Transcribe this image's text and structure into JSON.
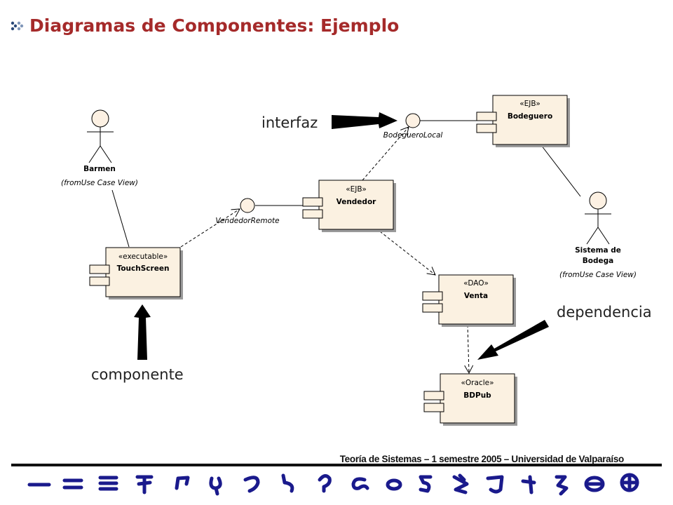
{
  "slide": {
    "title": "Diagramas de Componentes: Ejemplo",
    "footer": "Teoría de Sistemas – 1 semestre 2005 – Universidad de Valparaíso"
  },
  "components": [
    {
      "id": "touchscreen",
      "stereotype": "«executable»",
      "name": "TouchScreen"
    },
    {
      "id": "vendedor",
      "stereotype": "«EJB»",
      "name": "Vendedor"
    },
    {
      "id": "bodeguero",
      "stereotype": "«EJB»",
      "name": "Bodeguero"
    },
    {
      "id": "venta",
      "stereotype": "«DAO»",
      "name": "Venta"
    },
    {
      "id": "bdpub",
      "stereotype": "«Oracle»",
      "name": "BDPub"
    }
  ],
  "interfaces": [
    {
      "id": "vendedor-remote",
      "name": "VendedorRemote"
    },
    {
      "id": "bodeguero-local",
      "name": "BodegueroLocal"
    }
  ],
  "actors": [
    {
      "id": "barmen",
      "name": "Barmen",
      "source": "(fromUse Case View)"
    },
    {
      "id": "sistema-bodega",
      "name_line1": "Sistema de",
      "name_line2": "Bodega",
      "source": "(fromUse Case View)"
    }
  ],
  "annotations": {
    "interfaz": "interfaz",
    "componente": "componente",
    "dependencia": "dependencia"
  },
  "colors": {
    "title": "#a52a2a",
    "component_fill": "#fbf1e1",
    "actor_fill": "#fdf1e3",
    "glyph": "#1a1a8c"
  }
}
